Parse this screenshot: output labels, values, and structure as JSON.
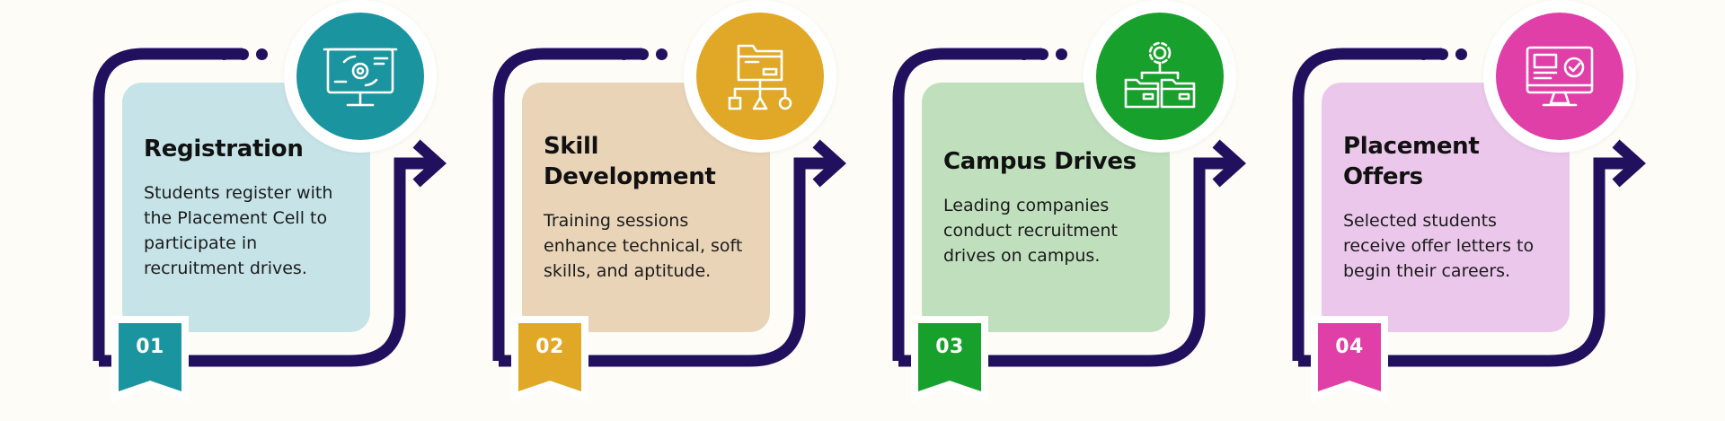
{
  "steps": [
    {
      "number": "01",
      "title": "Registration",
      "description": "Students register with the Placement Cell to participate in recruitment drives.",
      "icon": "presentation-board-icon",
      "accent_color": "#1a95a0",
      "card_color": "#c6e4e8"
    },
    {
      "number": "02",
      "title": "Skill Development",
      "description": "Training sessions enhance technical, soft skills, and aptitude.",
      "icon": "folder-structure-icon",
      "accent_color": "#e0a826",
      "card_color": "#e9d4b8"
    },
    {
      "number": "03",
      "title": "Campus Drives",
      "description": "Leading companies conduct recruitment drives on campus.",
      "icon": "gear-folders-icon",
      "accent_color": "#17a02c",
      "card_color": "#bfdfbd"
    },
    {
      "number": "04",
      "title": "Placement Offers",
      "description": "Selected students receive offer letters to begin their careers.",
      "icon": "monitor-check-icon",
      "accent_color": "#e03fa8",
      "card_color": "#ebc7ec"
    }
  ],
  "frame_color": "#20105e"
}
